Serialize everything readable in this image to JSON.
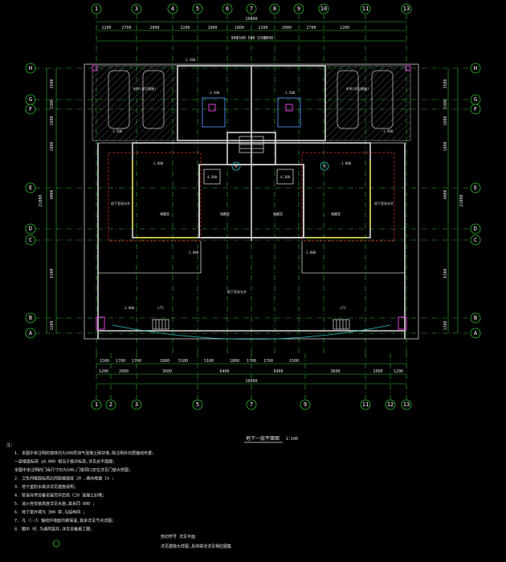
{
  "grid": {
    "columns_top": [
      "1",
      "3",
      "4",
      "5",
      "6",
      "7",
      "8",
      "9",
      "10",
      "11",
      "13"
    ],
    "columns_bottom": [
      "1",
      "2",
      "3",
      "5",
      "7",
      "9",
      "11",
      "12",
      "13"
    ],
    "rows_left": [
      "H",
      "G",
      "F",
      "E",
      "D",
      "C",
      "B",
      "A"
    ],
    "rows_right": [
      "H",
      "G",
      "F",
      "E",
      "D",
      "C",
      "B",
      "A"
    ]
  },
  "dimensions": {
    "top_total": "26600",
    "top_segments": [
      "1200",
      "2700",
      "2000",
      "2200",
      "1800",
      "1800",
      "2200",
      "2000",
      "2700",
      "1200"
    ],
    "top_inner": [
      "900",
      "1500",
      "500",
      "1500",
      "1000"
    ],
    "bottom_total": "26600",
    "bottom_segments": [
      "1200",
      "2000",
      "3600",
      "6400",
      "6400",
      "3600",
      "2000",
      "1200"
    ],
    "bottom_inner": [
      "1500",
      "1700",
      "1700",
      "1800",
      "5100",
      "5100",
      "1800",
      "1700",
      "1700",
      "1500"
    ],
    "left_total": "21000",
    "left_segments": [
      "3500",
      "3300",
      "1800",
      "1800",
      "4000",
      "6300",
      "1200"
    ],
    "right_total": "21000",
    "right_segments": [
      "3500",
      "3300",
      "1800",
      "1800",
      "4000",
      "6300",
      "1200"
    ]
  },
  "rooms": {
    "garage_note_left": "车库(详见建施)",
    "garage_note_right": "车库(详见建施)",
    "elev_top": "-1.500",
    "elev_mid_left": "-1.800",
    "elev_mid_right": "-1.800",
    "elev_lower_left": "-1.800",
    "elev_lower_right": "-1.800",
    "elev_garage_left": "-1.500",
    "elev_garage_right": "-1.500",
    "elev_stair_left": "-1.500",
    "elev_stair_right": "-1.500",
    "elev_bottom": "-1.800",
    "room_a": "储藏室",
    "room_b": "储藏室",
    "room_c": "储藏室",
    "room_d": "储藏室",
    "yard_label": "地下室采光井",
    "vent_left": "地下室采光井",
    "vent_right": "地下室采光井",
    "stair_left": "LT2",
    "stair_right": "LT2",
    "mark_ve_left": "VE",
    "mark_ve_right": "VE",
    "lift_left": "4,300",
    "lift_right": "4,300"
  },
  "title": {
    "main": "地下一层平面图",
    "scale": "1:100"
  },
  "notes": {
    "header": "注:",
    "lines": [
      "1. 本图中未注明的墙体均为200厚加气混凝土砌块墙,除注明外均居轴线布置;",
      "   一层楼面标高 ±0.000 相当于绝对标高,详见总平面图;",
      "   本图中未注明的门垛尺寸均为100,门窗洞口定位详见门窗大样图;",
      "2. 卫生间楼面标高比同层楼面低 20 ,坡向地漏 1% ;",
      "3. 地下室防水做法详见建施说明;",
      "4. 管道井待设备安装完毕后用 C20 混凝土封堵;",
      "5. 消火栓安装高度详见水施,其余同 800 ;",
      "6. 地下室外墙为 300 厚,与结构同 ;",
      "7. 凡 ①-③ 轴线外墙面均做保温,其余详见节点详图;",
      "8. 图中 VE 为通风竖井,详见设备施工图;"
    ],
    "legend_a": "剖切符号 详见平面",
    "legend_b": "详见建施大样图,具体做法详见相应图集"
  }
}
